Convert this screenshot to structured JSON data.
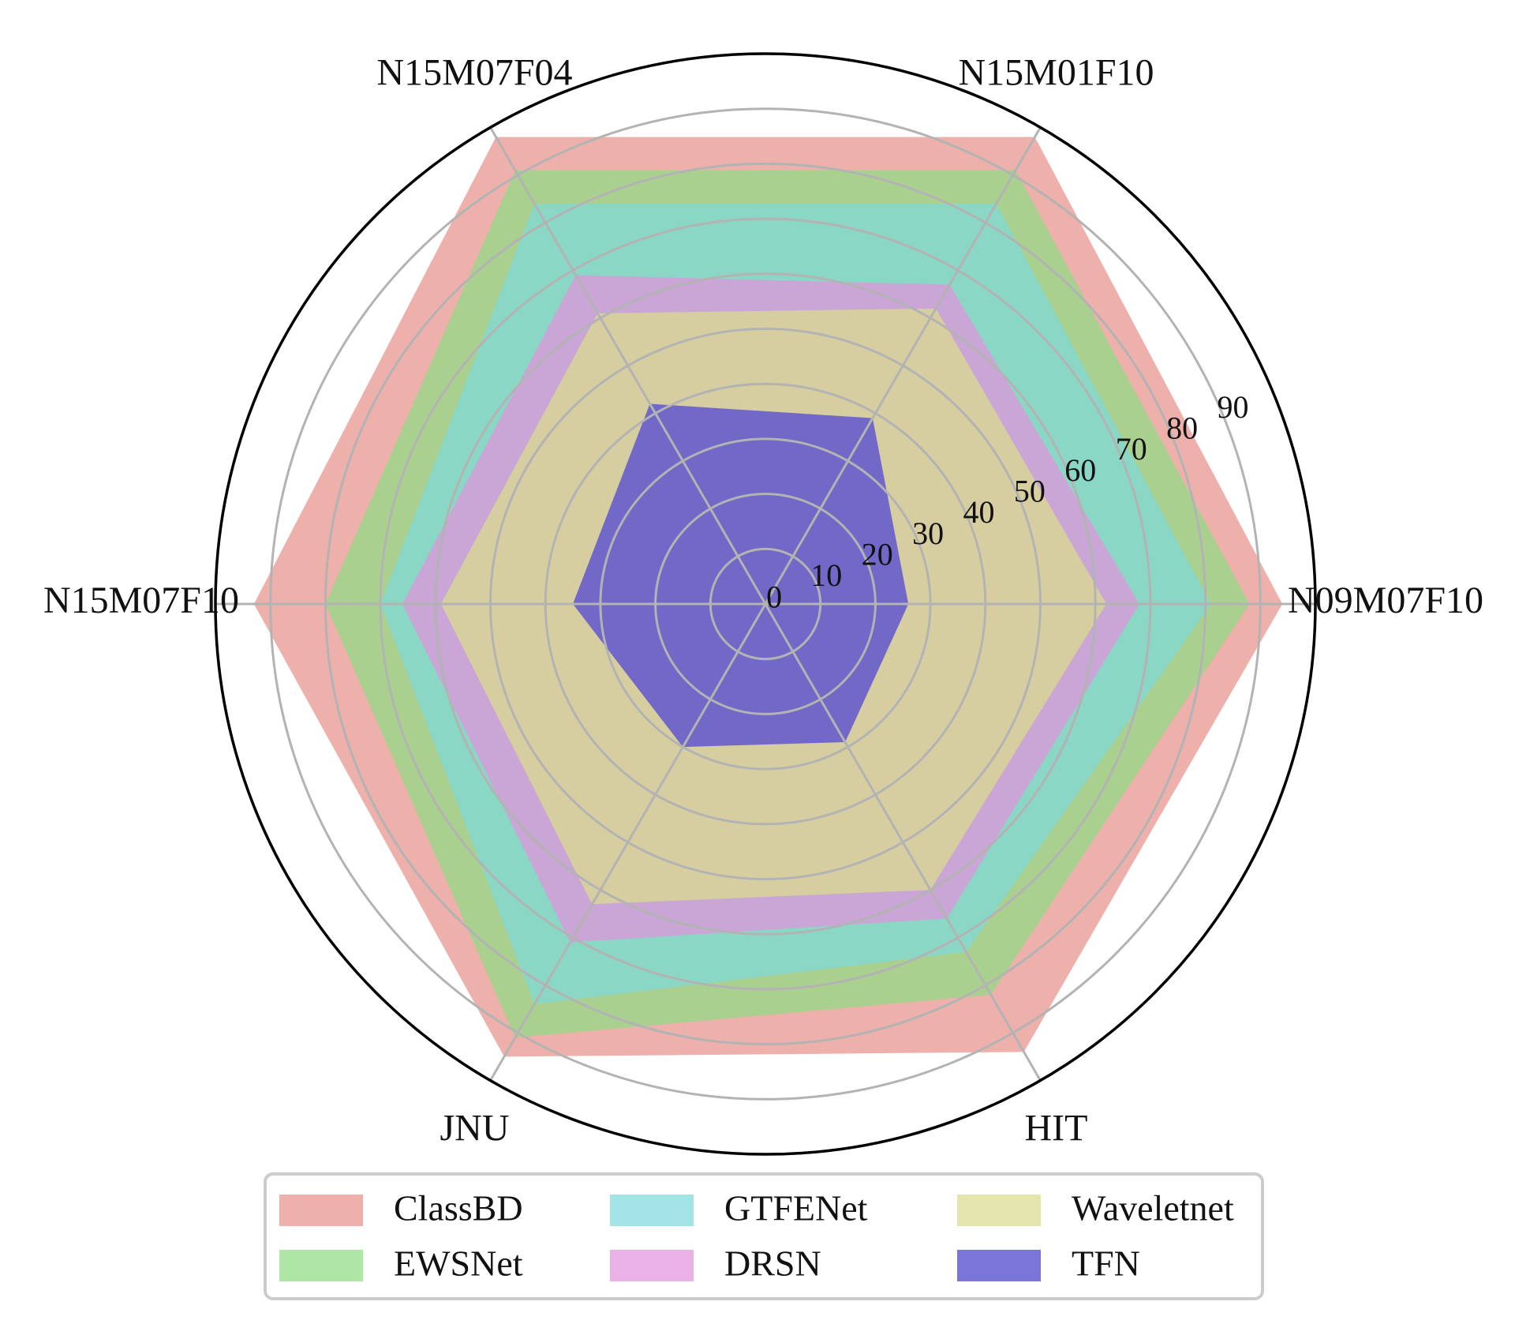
{
  "chart_data": {
    "type": "radar",
    "categories": [
      "N09M07F10",
      "N15M01F10",
      "N15M07F04",
      "N15M07F10",
      "JNU",
      "HIT"
    ],
    "rlim": [
      0,
      100
    ],
    "r_ticks": [
      0,
      10,
      20,
      30,
      40,
      50,
      60,
      70,
      80,
      90
    ],
    "r_tick_labels": [
      "0",
      "10",
      "20",
      "30",
      "40",
      "50",
      "60",
      "70",
      "80",
      "90"
    ],
    "grid": true,
    "legend_position": "bottom",
    "legend_columns": 3,
    "series": [
      {
        "name": "ClassBD",
        "color": "#e8918a",
        "values": [
          94,
          98,
          98,
          93,
          95,
          94
        ]
      },
      {
        "name": "EWSNet",
        "color": "#8fdd82",
        "values": [
          88,
          91,
          91,
          80,
          91,
          82
        ]
      },
      {
        "name": "GTFENet",
        "color": "#7fd9dc",
        "values": [
          81,
          84,
          84,
          70,
          84,
          73
        ]
      },
      {
        "name": "DRSN",
        "color": "#e093db",
        "values": [
          68,
          67,
          69,
          66,
          71,
          66
        ]
      },
      {
        "name": "Waveletnet",
        "color": "#dbdc8e",
        "values": [
          62,
          62,
          61,
          59,
          63,
          60
        ]
      },
      {
        "name": "TFN",
        "color": "#5a52d0",
        "values": [
          26,
          39,
          42,
          35,
          30,
          29
        ]
      }
    ]
  }
}
